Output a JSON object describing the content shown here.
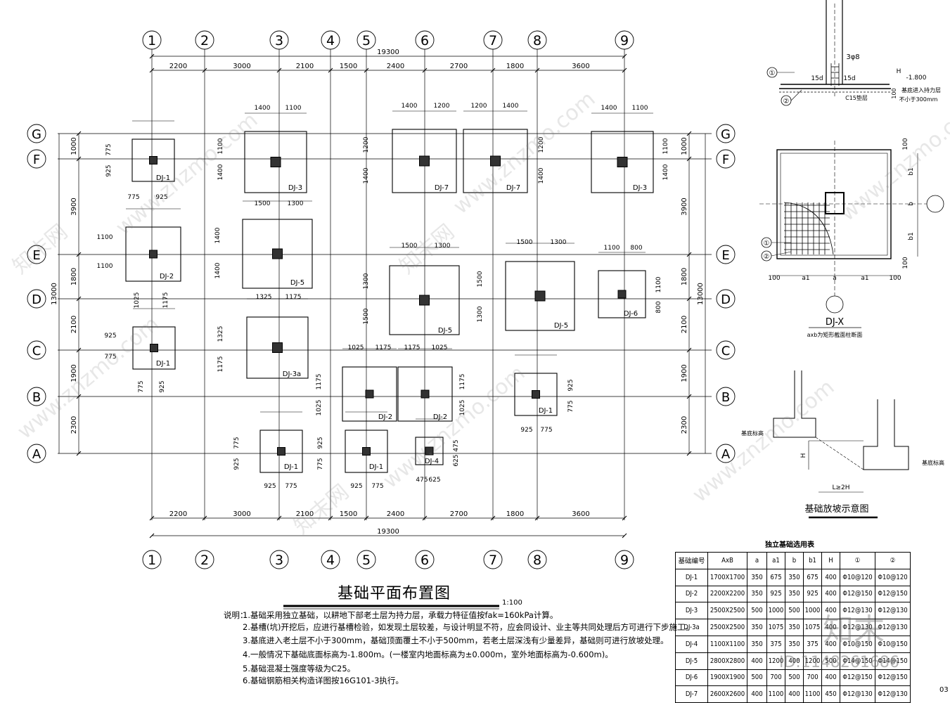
{
  "plan": {
    "title": "基础平面布置图",
    "scale": "1:100",
    "axes_x": [
      "1",
      "2",
      "3",
      "4",
      "5",
      "6",
      "7",
      "8",
      "9"
    ],
    "axes_y": [
      "G",
      "F",
      "E",
      "D",
      "C",
      "B",
      "A"
    ],
    "spans_top": [
      "2200",
      "3000",
      "2100",
      "1500",
      "2400",
      "2700",
      "1800",
      "3600"
    ],
    "total_width": "19300",
    "spans_side": [
      "1000",
      "3900",
      "1800",
      "2100",
      "1900",
      "2300"
    ],
    "total_height": "13000"
  },
  "footings": [
    {
      "label": "DJ-1",
      "dims": [
        "775",
        "925",
        "775",
        "925"
      ]
    },
    {
      "label": "DJ-3",
      "dims": [
        "1400",
        "1100",
        "1100",
        "1400"
      ]
    },
    {
      "label": "DJ-7",
      "dims": [
        "1400",
        "1200",
        "1200",
        "1400"
      ]
    },
    {
      "label": "DJ-7",
      "dims": [
        "1200",
        "1400",
        "1200",
        "1400"
      ]
    },
    {
      "label": "DJ-3",
      "dims": [
        "1400",
        "1100",
        "1100",
        "1400"
      ]
    },
    {
      "label": "DJ-2",
      "dims": [
        "1100",
        "1100",
        "1025",
        "1175"
      ]
    },
    {
      "label": "DJ-5",
      "dims": [
        "1500",
        "1300",
        "1400",
        "1400"
      ]
    },
    {
      "label": "DJ-5",
      "dims": [
        "1500",
        "1300",
        "1300",
        "1500"
      ]
    },
    {
      "label": "DJ-5",
      "dims": [
        "1500",
        "1300",
        "1500",
        "1300"
      ]
    },
    {
      "label": "DJ-6",
      "dims": [
        "1100",
        "800",
        "1100",
        "800"
      ]
    },
    {
      "label": "DJ-1",
      "dims": [
        "925",
        "775",
        "775",
        "925"
      ]
    },
    {
      "label": "DJ-3a",
      "dims": [
        "1325",
        "1175",
        "1325",
        "1175"
      ]
    },
    {
      "label": "DJ-2",
      "dims": [
        "1025",
        "1175",
        "1175",
        "1025"
      ]
    },
    {
      "label": "DJ-2",
      "dims": [
        "1175",
        "1025",
        "1175",
        "1025"
      ]
    },
    {
      "label": "DJ-1",
      "dims": [
        "925",
        "775",
        "925",
        "775"
      ]
    },
    {
      "label": "DJ-1",
      "dims": [
        "925",
        "775",
        "775",
        "925"
      ]
    },
    {
      "label": "DJ-1",
      "dims": [
        "925",
        "775",
        "925",
        "775"
      ]
    },
    {
      "label": "DJ-4",
      "dims": [
        "475",
        "625",
        "475",
        "625"
      ]
    }
  ],
  "section": {
    "labels": [
      "3φ8",
      "15d",
      "15d",
      "H",
      "-1.800",
      "100",
      "C15垫层",
      "基底进入持力层",
      "不小于300mm",
      "①",
      "②"
    ]
  },
  "detail": {
    "title": "DJ-X",
    "subtitle": "axb为矩形截面柱断面",
    "labels": [
      "b1",
      "b",
      "b1",
      "100",
      "100",
      "a1",
      "a",
      "a1",
      "100",
      "100",
      "①",
      "②"
    ]
  },
  "step": {
    "title": "基础放坡示意图",
    "labels": [
      "基底标高",
      "基底标高",
      "H",
      "L≥2H"
    ]
  },
  "notes": {
    "lead": "说明：",
    "items": [
      "1.基础采用独立基础，以耕地下部老土层为持力层，承载力特征值按fak=160kPa计算。",
      "2.基槽(坑)开挖后，应进行基槽检验，如发现土层较差，与设计明显不符，应会同设计、业主等共同处理后方可进行下步施工。",
      "3.基底进入老土层不小于300mm，基础顶面覆土不小于500mm，若老土层深浅有少量差异，基础则可进行放坡处理。",
      "4.一般情况下基础底面标高为-1.800m。(一楼室内地面标高为±0.000m，室外地面标高为-0.600m)。",
      "5.基础混凝土强度等级为C25。",
      "6.基础钢筋相关构造详图按16G101-3执行。"
    ]
  },
  "table": {
    "title": "独立基础选用表",
    "headers": [
      "基础编号",
      "AxB",
      "a",
      "a1",
      "b",
      "b1",
      "H",
      "①",
      "②"
    ],
    "rows": [
      [
        "DJ-1",
        "1700X1700",
        "350",
        "675",
        "350",
        "675",
        "400",
        "Φ10@120",
        "Φ10@120"
      ],
      [
        "DJ-2",
        "2200X2200",
        "350",
        "925",
        "350",
        "925",
        "400",
        "Φ12@150",
        "Φ12@150"
      ],
      [
        "DJ-3",
        "2500X2500",
        "500",
        "1000",
        "500",
        "1000",
        "400",
        "Φ12@130",
        "Φ12@130"
      ],
      [
        "DJ-3a",
        "2500X2500",
        "350",
        "1075",
        "350",
        "1075",
        "400",
        "Φ12@130",
        "Φ12@130"
      ],
      [
        "DJ-4",
        "1100X1100",
        "350",
        "375",
        "350",
        "375",
        "400",
        "Φ10@150",
        "Φ10@150"
      ],
      [
        "DJ-5",
        "2800X2800",
        "400",
        "1200",
        "400",
        "1200",
        "500",
        "Φ14@150",
        "Φ14@150"
      ],
      [
        "DJ-6",
        "1900X1900",
        "500",
        "700",
        "500",
        "700",
        "400",
        "Φ12@150",
        "Φ12@150"
      ],
      [
        "DJ-7",
        "2600X2600",
        "400",
        "1100",
        "400",
        "1100",
        "450",
        "Φ12@130",
        "Φ12@130"
      ]
    ]
  },
  "watermarks": {
    "site": "www.znzmo.com",
    "brand": "知末网",
    "id": "ID:1148261686",
    "logo": "知末"
  },
  "page_number": "03"
}
